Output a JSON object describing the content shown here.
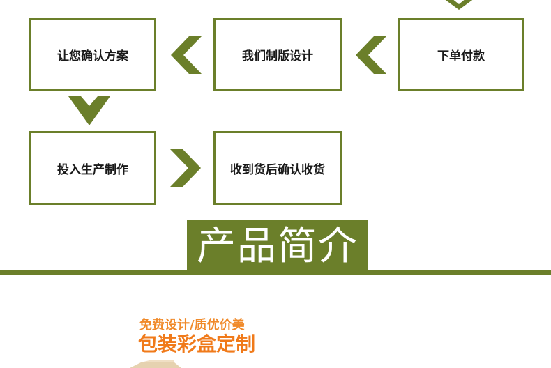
{
  "process": {
    "steps": [
      {
        "label": "让您确认方案"
      },
      {
        "label": "我们制版设计"
      },
      {
        "label": "下单付款"
      },
      {
        "label": "投入生产制作"
      },
      {
        "label": "收到货后确认收货"
      }
    ]
  },
  "section": {
    "title": "产品简介"
  },
  "promo": {
    "line1": "免费设计/质优价美",
    "line2": "包装彩盒定制"
  },
  "colors": {
    "accent": "#6b7f2a",
    "promo": "#f07a1a"
  },
  "icons": [
    "chevron-down-icon",
    "chevron-left-icon",
    "chevron-right-icon",
    "box-image"
  ]
}
